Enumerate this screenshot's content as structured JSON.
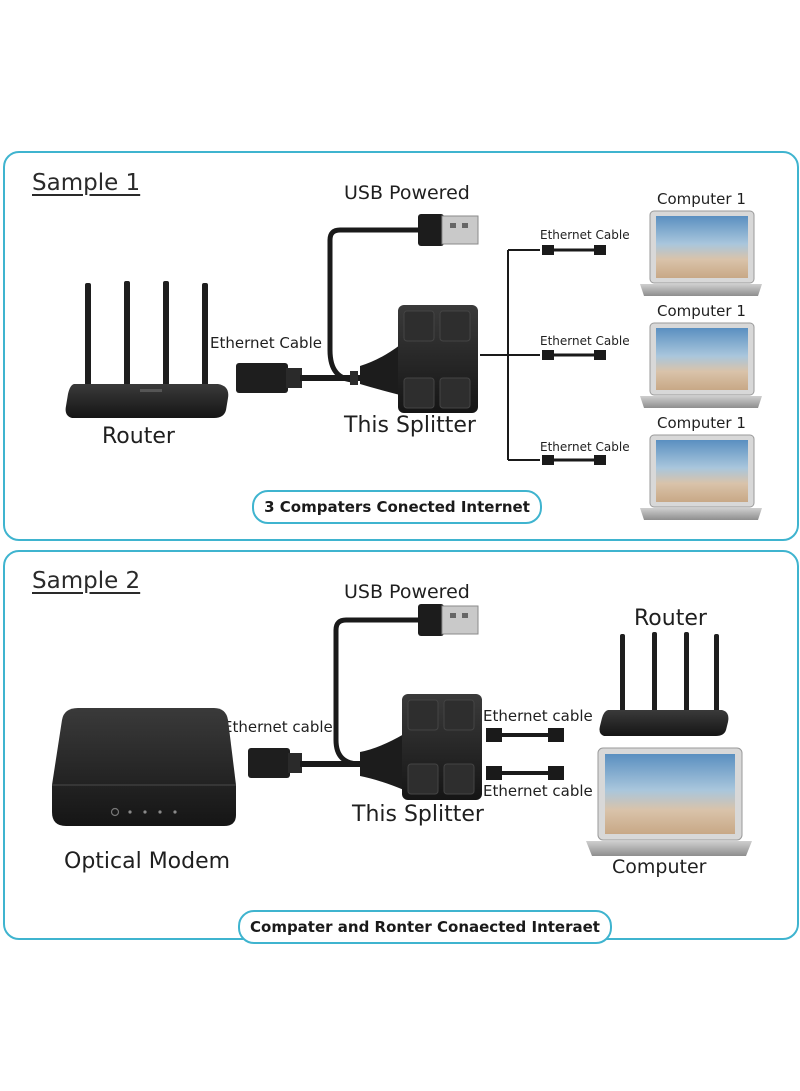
{
  "sample1": {
    "title": "Sample 1",
    "usb_label": "USB Powered",
    "cable_label": "Ethernet Cable",
    "device_label": "Router",
    "splitter_label": "This Splitter",
    "branch_cable_labels": [
      "Ethernet Cable",
      "Ethernet Cable",
      "Ethernet Cable"
    ],
    "computer_labels": [
      "Computer 1",
      "Computer 1",
      "Computer 1"
    ],
    "caption": "3 Compaters Conected Internet"
  },
  "sample2": {
    "title": "Sample 2",
    "usb_label": "USB Powered",
    "cable_label": "Ethernet cable",
    "device_label": "Optical Modem",
    "splitter_label": "This Splitter",
    "branch_cable_labels": [
      "Ethernet cable",
      "Ethernet cable"
    ],
    "router_label": "Router",
    "computer_label": "Computer",
    "caption": "Compater and Ronter Conaected Interaet"
  },
  "colors": {
    "accent": "#3fb4cf",
    "device": "#1f1f1f"
  }
}
